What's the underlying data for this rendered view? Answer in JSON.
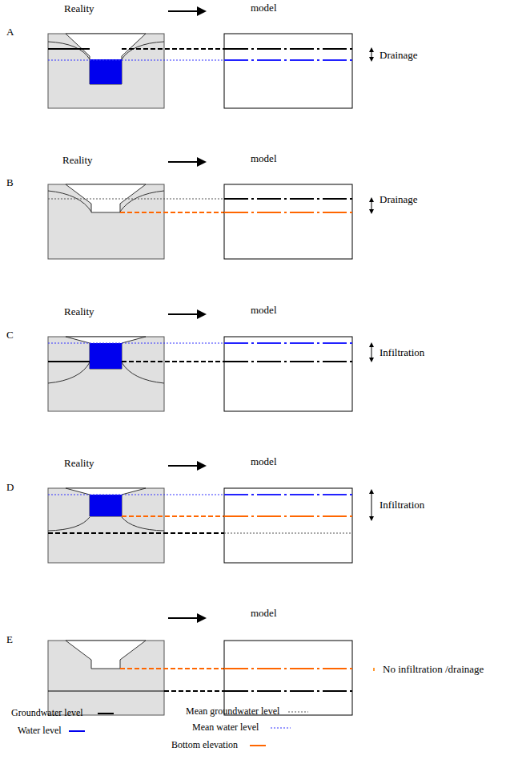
{
  "diagram": {
    "labels": [
      "A",
      "Reality",
      "model",
      "Drainage",
      "B",
      "Reality",
      "model",
      "Drainage",
      "C",
      "Reality",
      "model",
      "Infiltration",
      "D",
      "Reality",
      "model",
      "Infiltration",
      "E",
      "model",
      "No infiltration /drainage"
    ],
    "legend": [
      {
        "text": "Groundwater level"
      },
      {
        "text": "Water level"
      },
      {
        "text": "Mean groundwater level"
      },
      {
        "text": "Mean water level"
      },
      {
        "text": "Bottom elevation"
      }
    ]
  }
}
